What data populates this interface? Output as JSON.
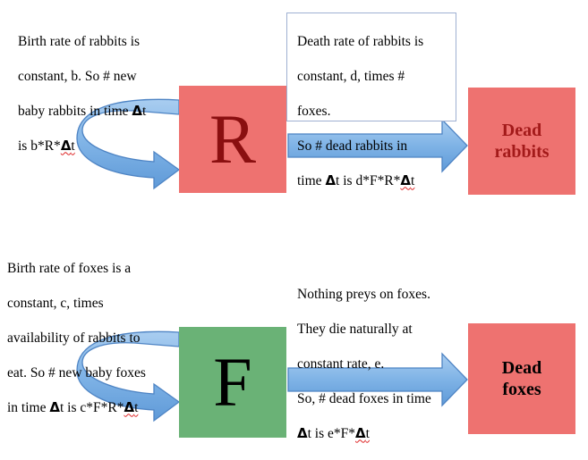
{
  "colors": {
    "rabbit_box": "#ee7270",
    "rabbit_letter": "#8a0f10",
    "fox_box": "#6ab276",
    "fox_letter": "#000000",
    "dead_box": "#ee7270",
    "dead_rabbits_text": "#a31a1a",
    "dead_foxes_text": "#000000",
    "arrow_fill": "#7fb3e6",
    "arrow_stroke": "#4e84c4"
  },
  "rabbits": {
    "birth_line1": "Birth rate of rabbits is",
    "birth_line2": "constant, b. So # new",
    "birth_line3": "baby rabbits in time ",
    "birth_line4_expr": "is b*R*",
    "death_line1": "Death rate of rabbits is",
    "death_line2": "constant, d, times #",
    "death_line3": "foxes.",
    "death_line4": "So # dead rabbits in",
    "death_line5_pre": "time ",
    "death_line5_expr": " is d*F*R*",
    "box_letter": "R",
    "dead_line1": "Dead",
    "dead_line2": "rabbits"
  },
  "foxes": {
    "birth_line1": "Birth rate of foxes is a",
    "birth_line2": "constant, c, times",
    "birth_line3": "availability of rabbits to",
    "birth_line4": "eat. So # new baby foxes",
    "birth_line5_pre": "in time ",
    "birth_line5_expr": " is c*F*R*",
    "death_line1": "Nothing preys on foxes.",
    "death_line2": "They die naturally at",
    "death_line3": "constant rate, e.",
    "death_line4": "So, # dead foxes in time",
    "death_line5_expr": " is e*F*",
    "box_letter": "F",
    "dead_line1": "Dead",
    "dead_line2": "foxes"
  },
  "symbols": {
    "delta": "Δ",
    "t": "t"
  }
}
